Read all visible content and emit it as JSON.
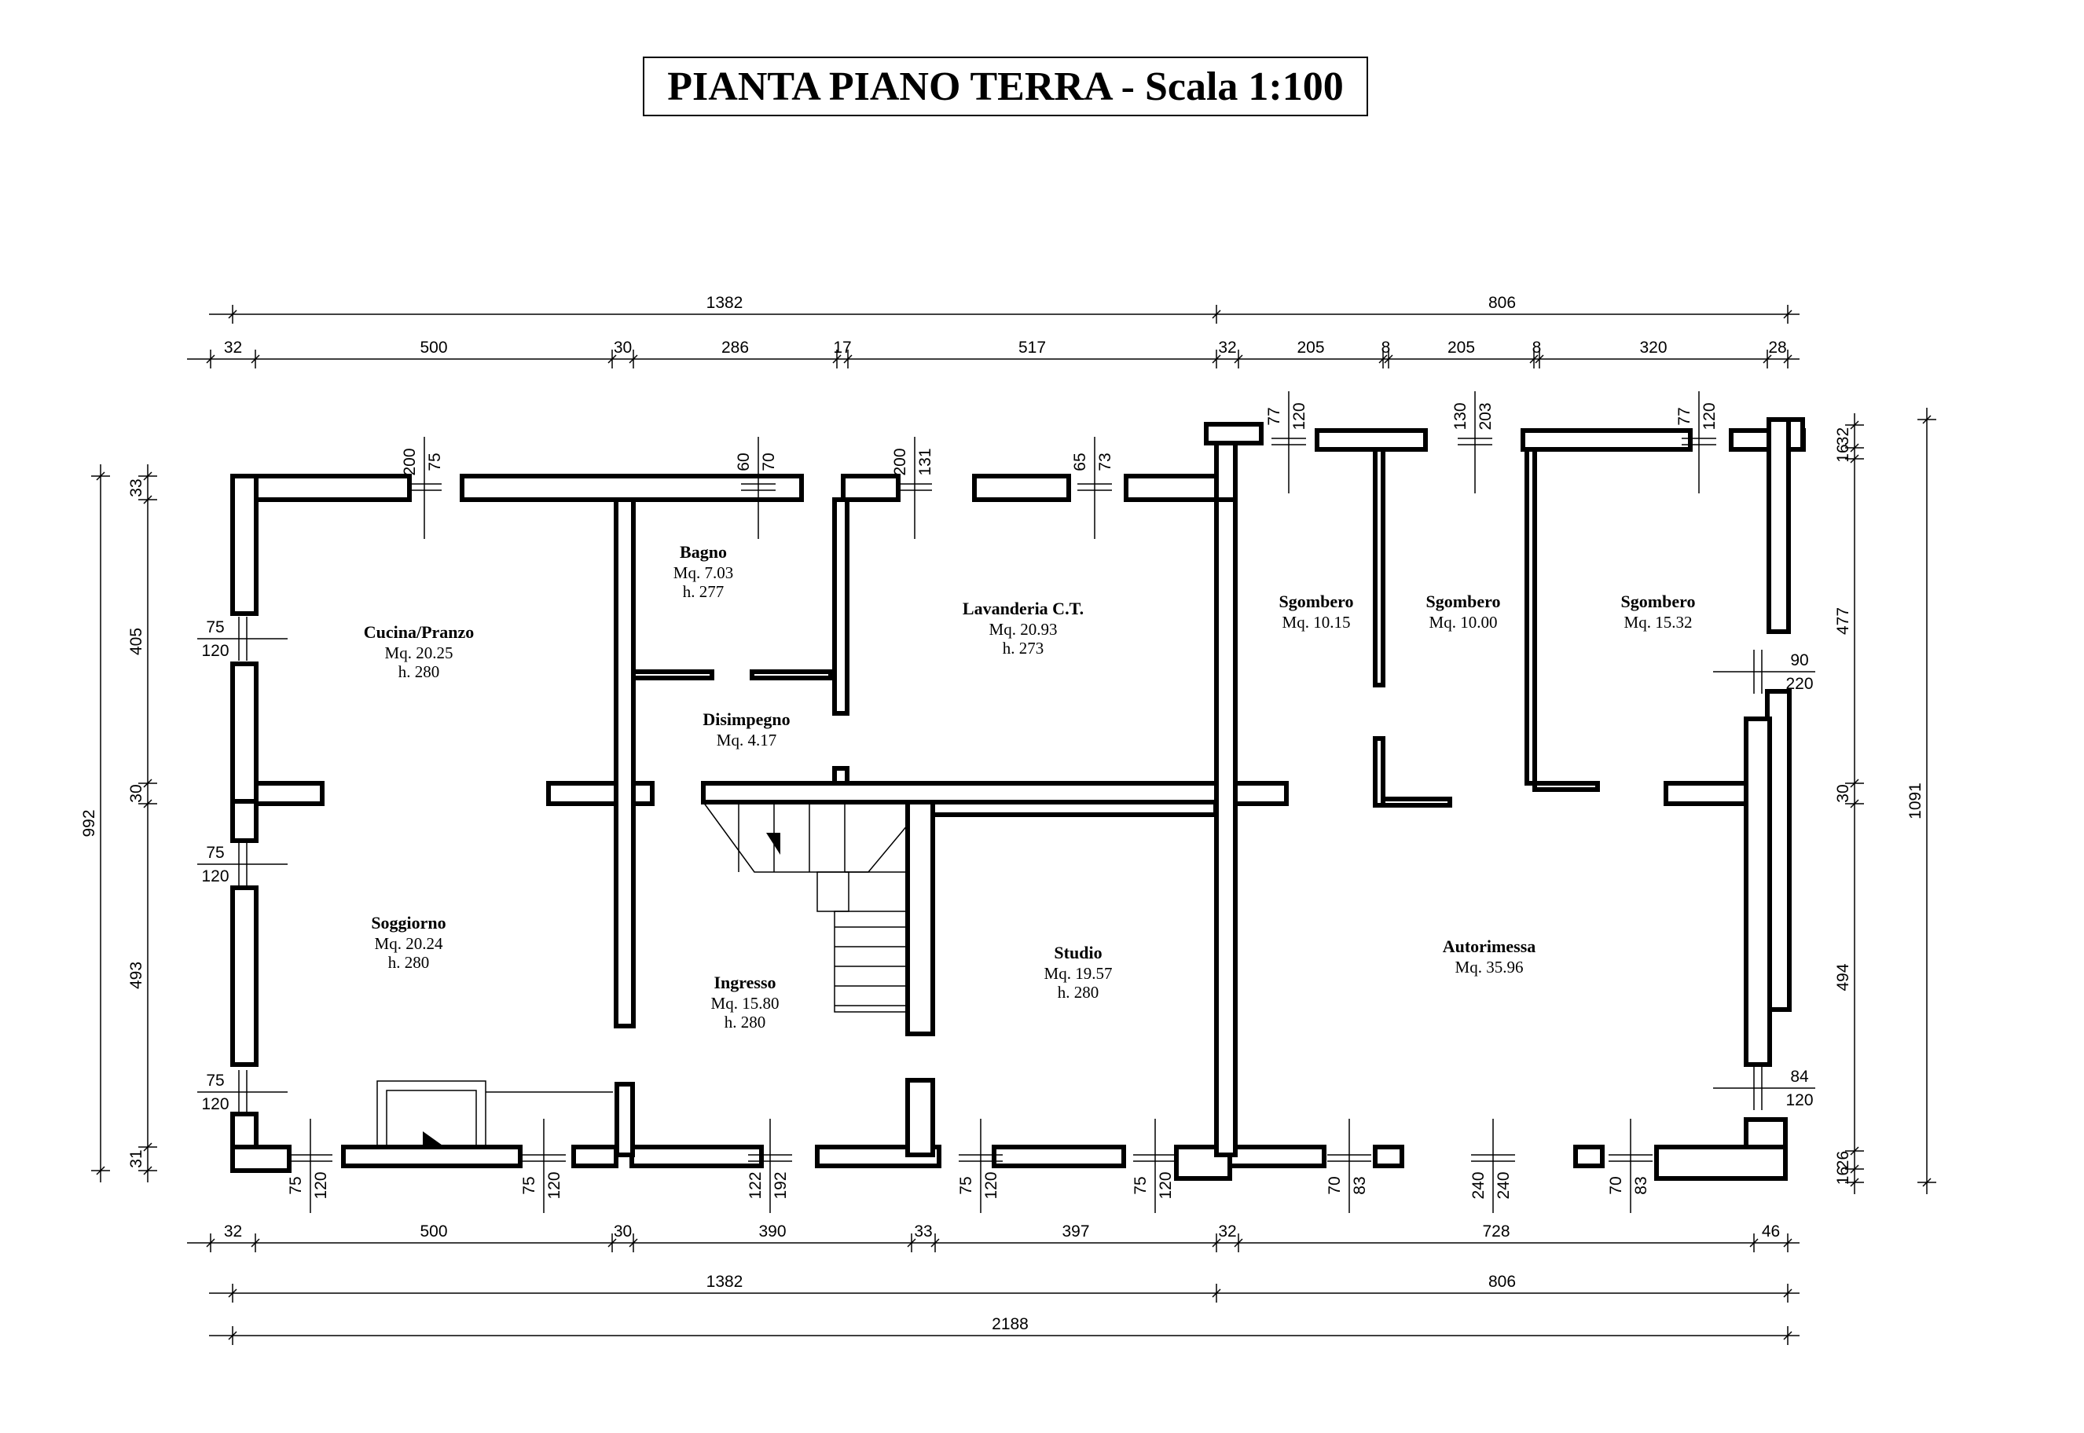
{
  "title": "PIANTA PIANO TERRA - Scala 1:100",
  "rooms": [
    {
      "id": "cucina",
      "name": "Cucina/Pranzo",
      "area": "Mq. 20.25",
      "height": "h. 280"
    },
    {
      "id": "bagno",
      "name": "Bagno",
      "area": "Mq. 7.03",
      "height": "h. 277"
    },
    {
      "id": "lavanderia",
      "name": "Lavanderia C.T.",
      "area": "Mq. 20.93",
      "height": "h. 273"
    },
    {
      "id": "disimpegno",
      "name": "Disimpegno",
      "area": "Mq. 4.17",
      "height": ""
    },
    {
      "id": "soggiorno",
      "name": "Soggiorno",
      "area": "Mq. 20.24",
      "height": "h. 280"
    },
    {
      "id": "ingresso",
      "name": "Ingresso",
      "area": "Mq. 15.80",
      "height": "h. 280"
    },
    {
      "id": "studio",
      "name": "Studio",
      "area": "Mq. 19.57",
      "height": "h. 280"
    },
    {
      "id": "sgombero1",
      "name": "Sgombero",
      "area": "Mq. 10.15",
      "height": ""
    },
    {
      "id": "sgombero2",
      "name": "Sgombero",
      "area": "Mq. 10.00",
      "height": ""
    },
    {
      "id": "sgombero3",
      "name": "Sgombero",
      "area": "Mq. 15.32",
      "height": ""
    },
    {
      "id": "autorimessa",
      "name": "Autorimessa",
      "area": "Mq. 35.96",
      "height": ""
    }
  ],
  "dimensions": {
    "top_total": [
      "1382",
      "806"
    ],
    "top_detail": [
      "32",
      "500",
      "30",
      "286",
      "17",
      "517",
      "32",
      "205",
      "8",
      "205",
      "8",
      "320",
      "28"
    ],
    "bottom_detail": [
      "32",
      "500",
      "30",
      "390",
      "33",
      "397",
      "32",
      "728",
      "46"
    ],
    "bottom_total": [
      "1382",
      "806"
    ],
    "overall": "2188",
    "left_detail": [
      "33",
      "405",
      "30",
      "493",
      "31"
    ],
    "left_total": "992",
    "right_detail": [
      "32",
      "16",
      "477",
      "30",
      "494",
      "26",
      "16"
    ],
    "right_total": "1091"
  },
  "openings": {
    "top": [
      [
        "200",
        "75"
      ],
      [
        "60",
        "70"
      ],
      [
        "200",
        "131"
      ],
      [
        "65",
        "73"
      ],
      [
        "77",
        "120"
      ],
      [
        "130",
        "203"
      ],
      [
        "77",
        "120"
      ]
    ],
    "bottom": [
      [
        "75",
        "120"
      ],
      [
        "75",
        "120"
      ],
      [
        "122",
        "192"
      ],
      [
        "75",
        "120"
      ],
      [
        "75",
        "120"
      ],
      [
        "70",
        "83"
      ],
      [
        "240",
        "240"
      ],
      [
        "70",
        "83"
      ]
    ],
    "left": [
      [
        "75",
        "120"
      ],
      [
        "75",
        "120"
      ],
      [
        "75",
        "120"
      ]
    ],
    "right": [
      [
        "90",
        "220"
      ],
      [
        "84",
        "120"
      ]
    ]
  }
}
